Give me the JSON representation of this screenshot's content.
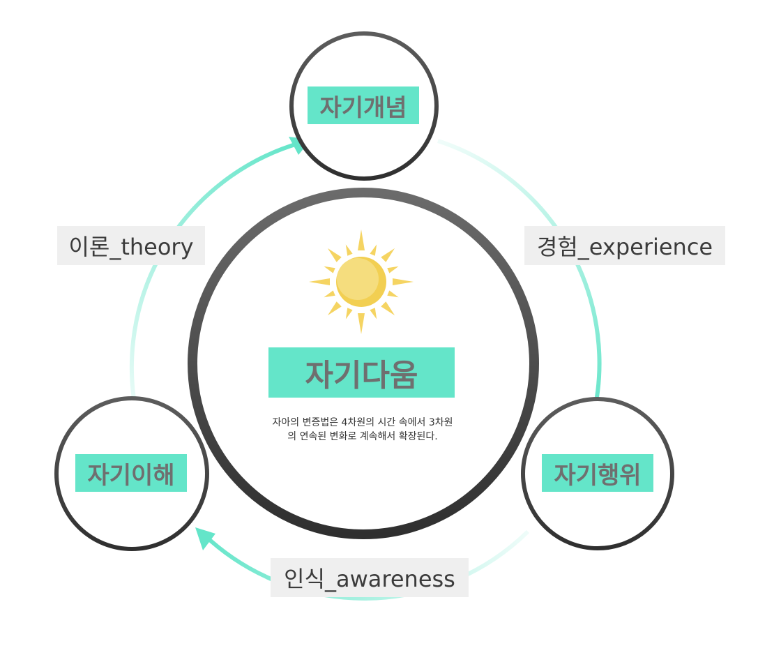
{
  "diagram": {
    "center": {
      "title": "자기다움",
      "description_line1": "자아의 변증법은 4차원의 시간 속에서 3차원",
      "description_line2": "의 연속된 변화로 계속해서 확장된다.",
      "icon": "sun-icon"
    },
    "nodes": {
      "top": {
        "label": "자기개념"
      },
      "right": {
        "label": "자기행위"
      },
      "left": {
        "label": "자기이해"
      }
    },
    "edges": {
      "theory": {
        "label": "이론_theory"
      },
      "experience": {
        "label": "경험_experience"
      },
      "awareness": {
        "label": "인식_awareness"
      }
    }
  },
  "colors": {
    "accent": "#64e5c9",
    "ring_dark": "#3a3a3a",
    "ring_light": "#6b6b6b",
    "label_bg": "#efefef",
    "sun_core": "#f2cf52",
    "sun_rays": "#f5d462"
  }
}
